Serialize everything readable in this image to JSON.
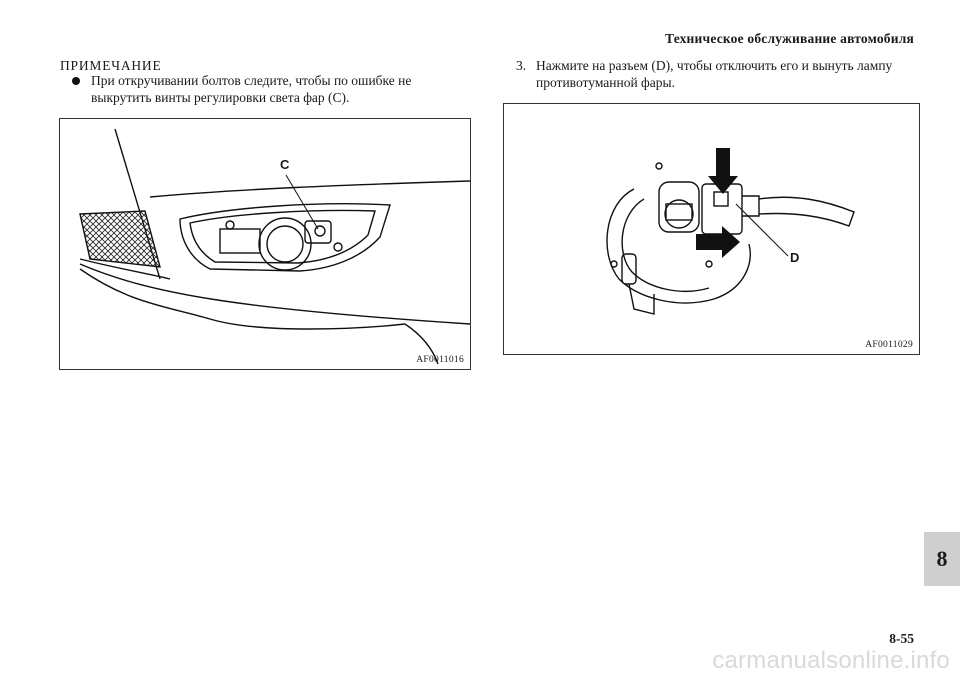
{
  "header": {
    "title": "Техническое обслуживание автомобиля"
  },
  "note": {
    "title": "ПРИМЕЧАНИЕ",
    "bullet": "При откручивании болтов следите, чтобы по ошибке не выкрутить винты регулировки света фар (C)."
  },
  "step": {
    "number": "3.",
    "text": "Нажмите на разъем (D), чтобы отключить его и вынуть лампу противотуманной фары."
  },
  "figures": {
    "left": {
      "label": "C",
      "code": "AF0011016"
    },
    "right": {
      "label": "D",
      "code": "AF0011029"
    }
  },
  "chapter_tab": "8",
  "page_number": "8-55",
  "watermark": "carmanualsonline.info"
}
